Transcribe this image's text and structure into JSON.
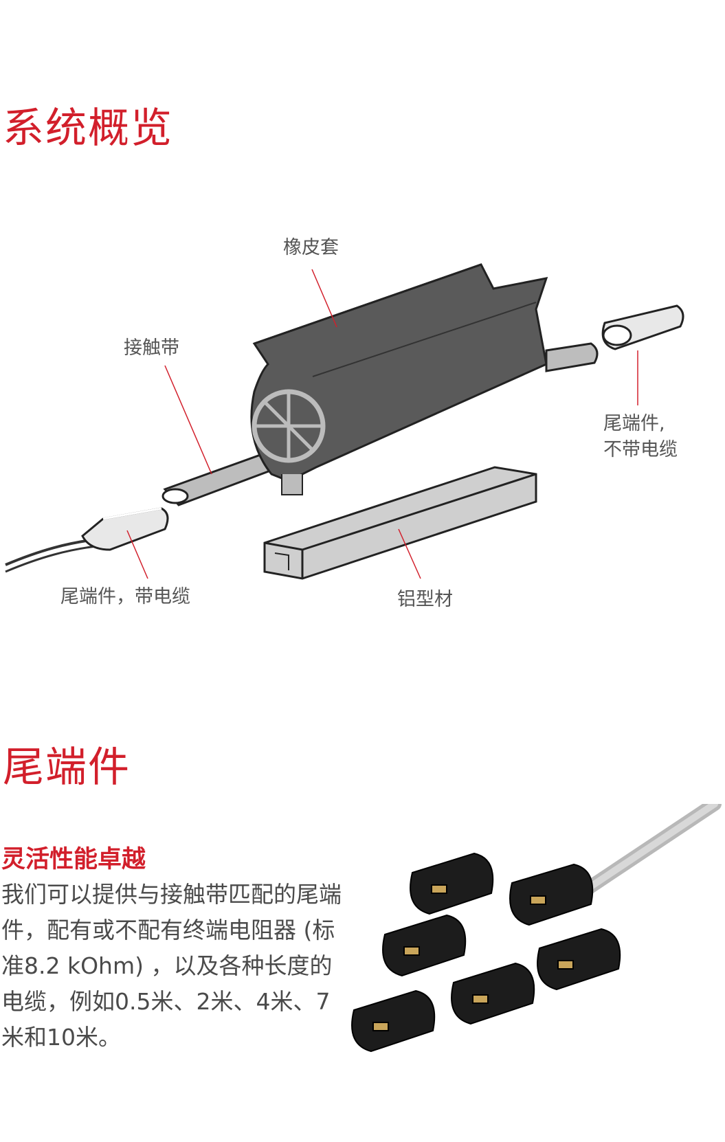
{
  "section1": {
    "title": "系统概览",
    "labels": {
      "jacket": "橡皮套",
      "contact_strip": "接触带",
      "end_cap_no_cable_line1": "尾端件,",
      "end_cap_no_cable_line2": "不带电缆",
      "end_cap_with_cable": "尾端件，带电缆",
      "aluminum_profile": "铝型材"
    }
  },
  "section2": {
    "title": "尾端件",
    "subtitle": "灵活性能卓越",
    "description": "我们可以提供与接触带匹配的尾端件，配有或不配有终端电阻器 (标准8.2 kOhm) ，以及各种长度的电缆，例如0.5米、2米、4米、7米和10米。"
  },
  "colors": {
    "accent": "#d21f2b",
    "jacket": "#5a5a5a",
    "profile": "#cfcfcf"
  }
}
